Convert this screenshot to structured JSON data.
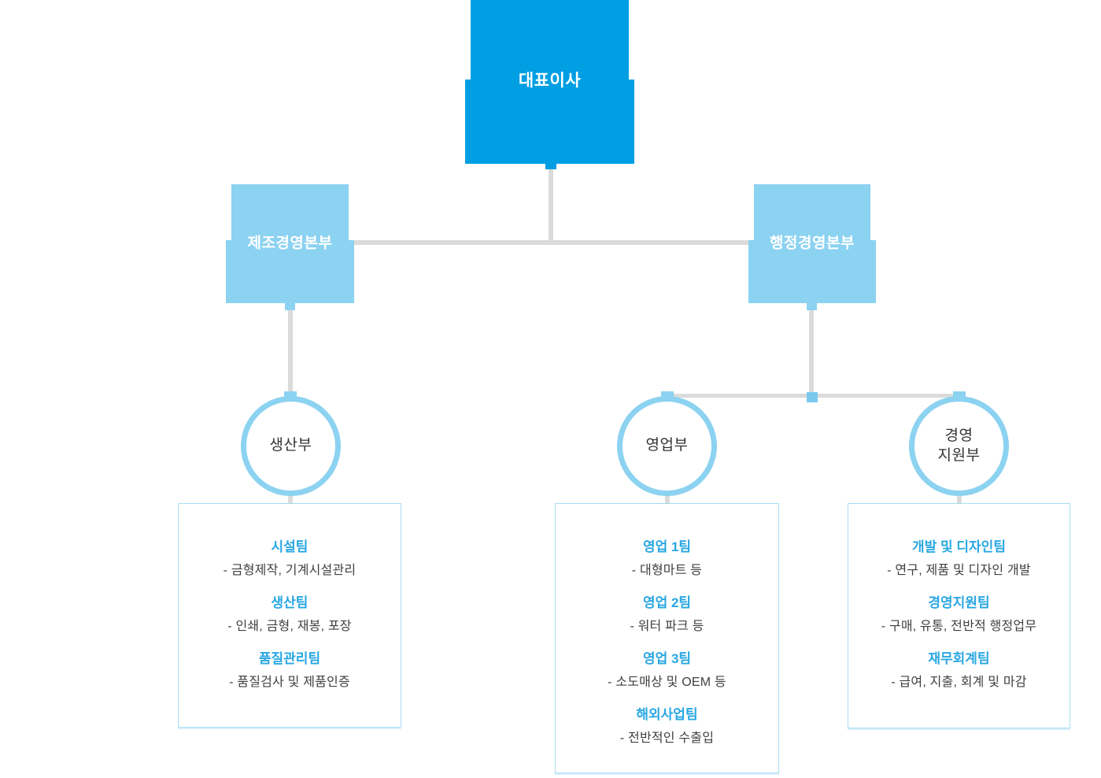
{
  "nodes": {
    "ceo": "대표이사",
    "manufacturing_hq": "제조경영본부",
    "admin_hq": "행정경영본부",
    "production_dept": "생산부",
    "sales_dept": "영업부",
    "mgmt_support_dept_line1": "경영",
    "mgmt_support_dept_line2": "지원부"
  },
  "teams": {
    "production": [
      {
        "name": "시설팀",
        "desc": "- 금형제작, 기계시설관리"
      },
      {
        "name": "생산팀",
        "desc": "- 인쇄, 금형, 재봉, 포장"
      },
      {
        "name": "품질관리팀",
        "desc": "- 품질검사 및 제품인증"
      }
    ],
    "sales": [
      {
        "name": "영업 1팀",
        "desc": "- 대형마트 등"
      },
      {
        "name": "영업 2팀",
        "desc": "- 워터 파크 등"
      },
      {
        "name": "영업 3팀",
        "desc": "- 소도매상 및 OEM 등"
      },
      {
        "name": "해외사업팀",
        "desc": "- 전반적인 수출입"
      }
    ],
    "support": [
      {
        "name": "개발 및 디자인팀",
        "desc": "- 연구, 제품 및 디자인 개발"
      },
      {
        "name": "경영지원팀",
        "desc": "- 구매, 유통, 전반적 행정업무"
      },
      {
        "name": "재무회계팀",
        "desc": "- 급여, 지출, 회계 및 마감"
      }
    ]
  },
  "colors": {
    "primary_blue": "#009FE3",
    "light_blue": "#8CD2F1",
    "junction_blue": "#7BC9EF",
    "heading_blue": "#29A7E2",
    "connector_gray": "#DBDBDB",
    "body_text": "#404040"
  }
}
